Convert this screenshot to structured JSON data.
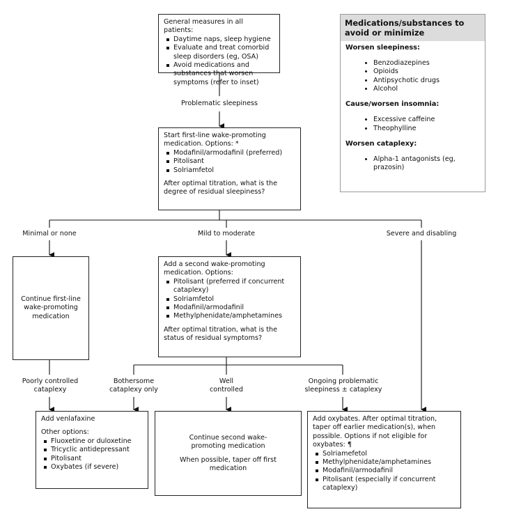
{
  "general_box": {
    "title": "General measures in all patients:",
    "items": [
      "Daytime naps, sleep hygiene",
      "Evaluate and treat comorbid sleep disorders (eg, OSA)",
      "Avoid medications and substances that worsen symptoms (refer to inset)"
    ]
  },
  "problematic_label": "Problematic sleepiness",
  "first_line_box": {
    "title": "Start first-line wake-promoting medication. Options: *",
    "items": [
      "Modafinil/armodafinil (preferred)",
      "Pitolisant",
      "Solriamfetol"
    ],
    "question": "After optimal titration, what is the degree of residual sleepiness?"
  },
  "branch_labels": {
    "minimal": "Minimal or none",
    "mild": "Mild to moderate",
    "severe": "Severe and disabling"
  },
  "continue_first_box": {
    "text": "Continue first-line wake-promoting medication"
  },
  "second_box": {
    "title": "Add a second wake-promoting medication. Options:",
    "items": [
      "Pitolisant (preferred if concurrent cataplexy)",
      "Solriamfetol",
      "Modafinil/armodafinil",
      "Methylphenidate/amphetamines"
    ],
    "question": "After optimal titration, what is the status of residual symptoms?"
  },
  "outcome_labels": {
    "poorly": "Poorly controlled cataplexy",
    "bothersome": "Bothersome cataplexy only",
    "well": "Well controlled",
    "ongoing": "Ongoing problematic sleepiness ± cataplexy"
  },
  "venlafaxine_box": {
    "title": "Add venlafaxine",
    "subtitle": "Other options:",
    "items": [
      "Fluoxetine or duloxetine",
      "Tricyclic antidepressant",
      "Pitolisant",
      "Oxybates (if severe)"
    ]
  },
  "continue_second_box": {
    "line1": "Continue second wake-promoting medication",
    "line2": "When possible, taper off first medication"
  },
  "oxybates_box": {
    "title": "Add oxybates. After optimal titration, taper off earlier medication(s), when possible. Options if not eligible for oxybates: ¶",
    "items": [
      "Solriamefetol",
      "Methylphenidate/amphetamines",
      "Modafinil/armodafinil",
      "Pitolisant (especially if concurrent cataplexy)"
    ]
  },
  "inset": {
    "title": "Medications/substances to avoid or minimize",
    "sections": [
      {
        "heading": "Worsen sleepiness:",
        "items": [
          "Benzodiazepines",
          "Opioids",
          "Antipsychotic drugs",
          "Alcohol"
        ]
      },
      {
        "heading": "Cause/worsen insomnia:",
        "items": [
          "Excessive caffeine",
          "Theophylline"
        ]
      },
      {
        "heading": "Worsen cataplexy:",
        "items": [
          "Alpha-1 antagonists (eg, prazosin)"
        ]
      }
    ]
  }
}
